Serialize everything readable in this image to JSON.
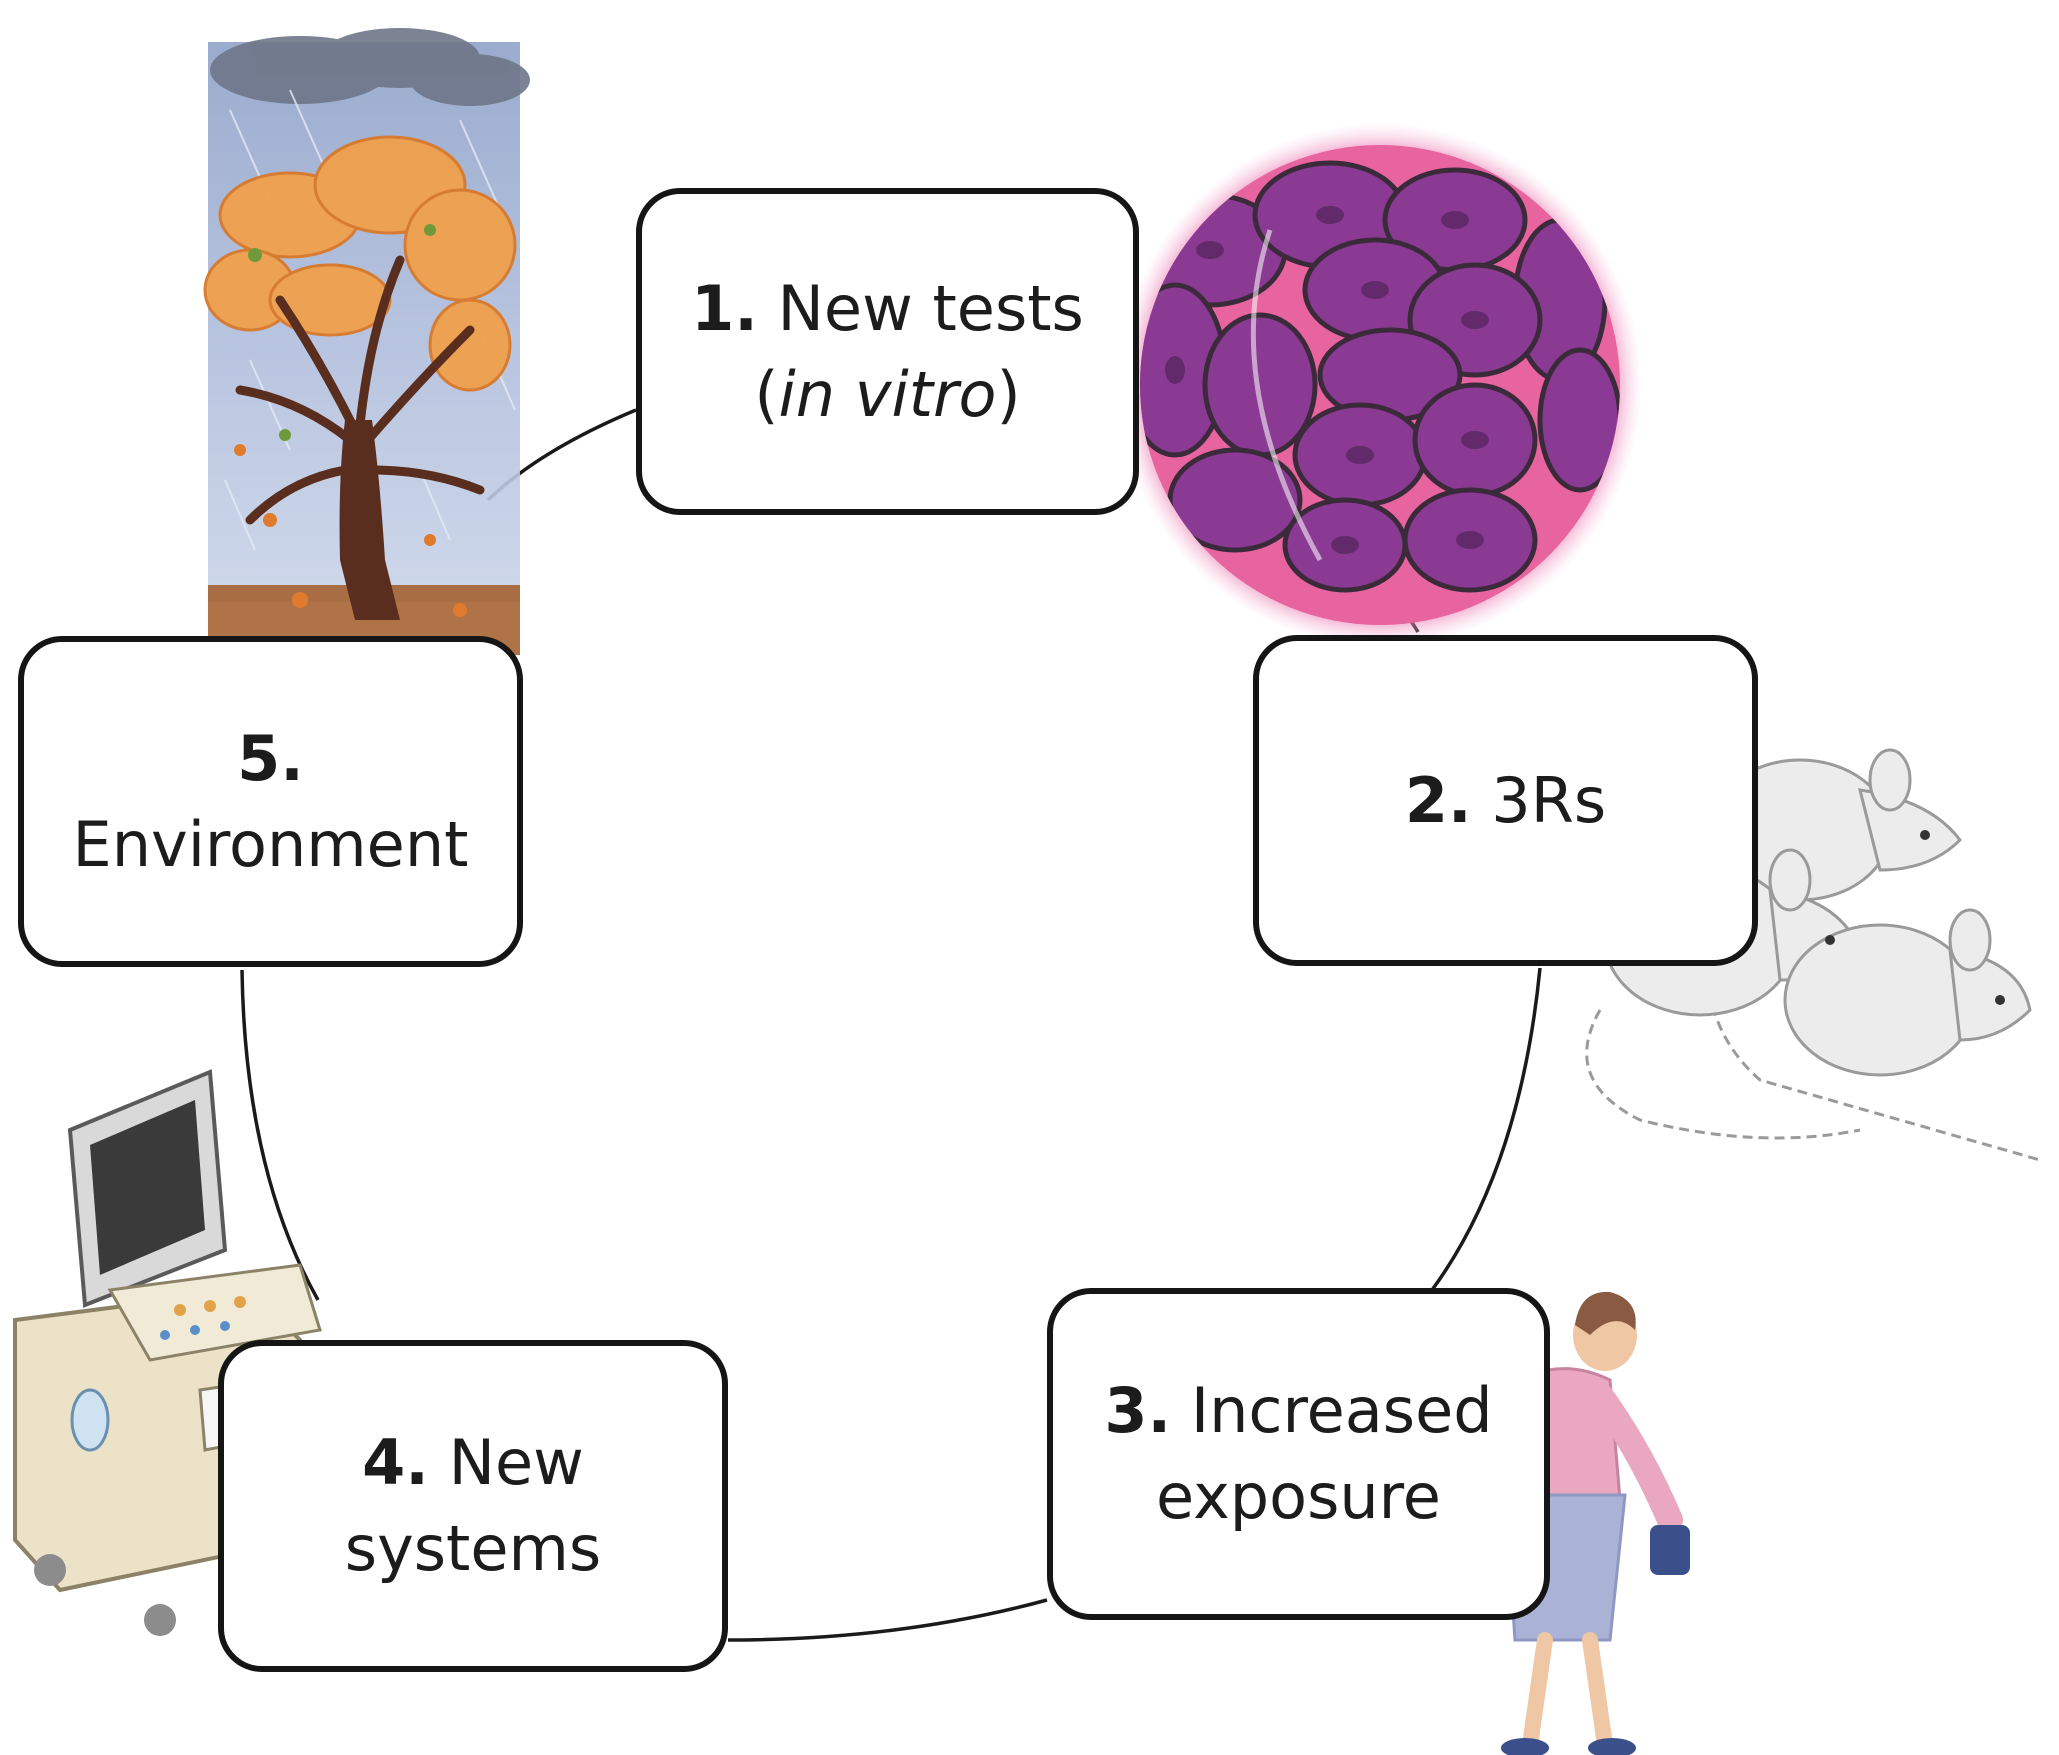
{
  "steps": [
    {
      "number": "1.",
      "line1": "New tests",
      "line2": "(",
      "line2_italic": "in vitro",
      "line2_end": ")"
    },
    {
      "number": "2.",
      "line1": "3Rs"
    },
    {
      "number": "3.",
      "line1": "Increased",
      "line2": "exposure"
    },
    {
      "number": "4.",
      "line1": "New",
      "line2": "systems"
    },
    {
      "number": "5.",
      "line1": "Environment"
    }
  ],
  "illustrations": [
    "rain-tree-illustration",
    "cell-cluster-illustration",
    "lab-mice-illustration",
    "elderly-woman-illustration",
    "ultrasound-machine-illustration"
  ]
}
